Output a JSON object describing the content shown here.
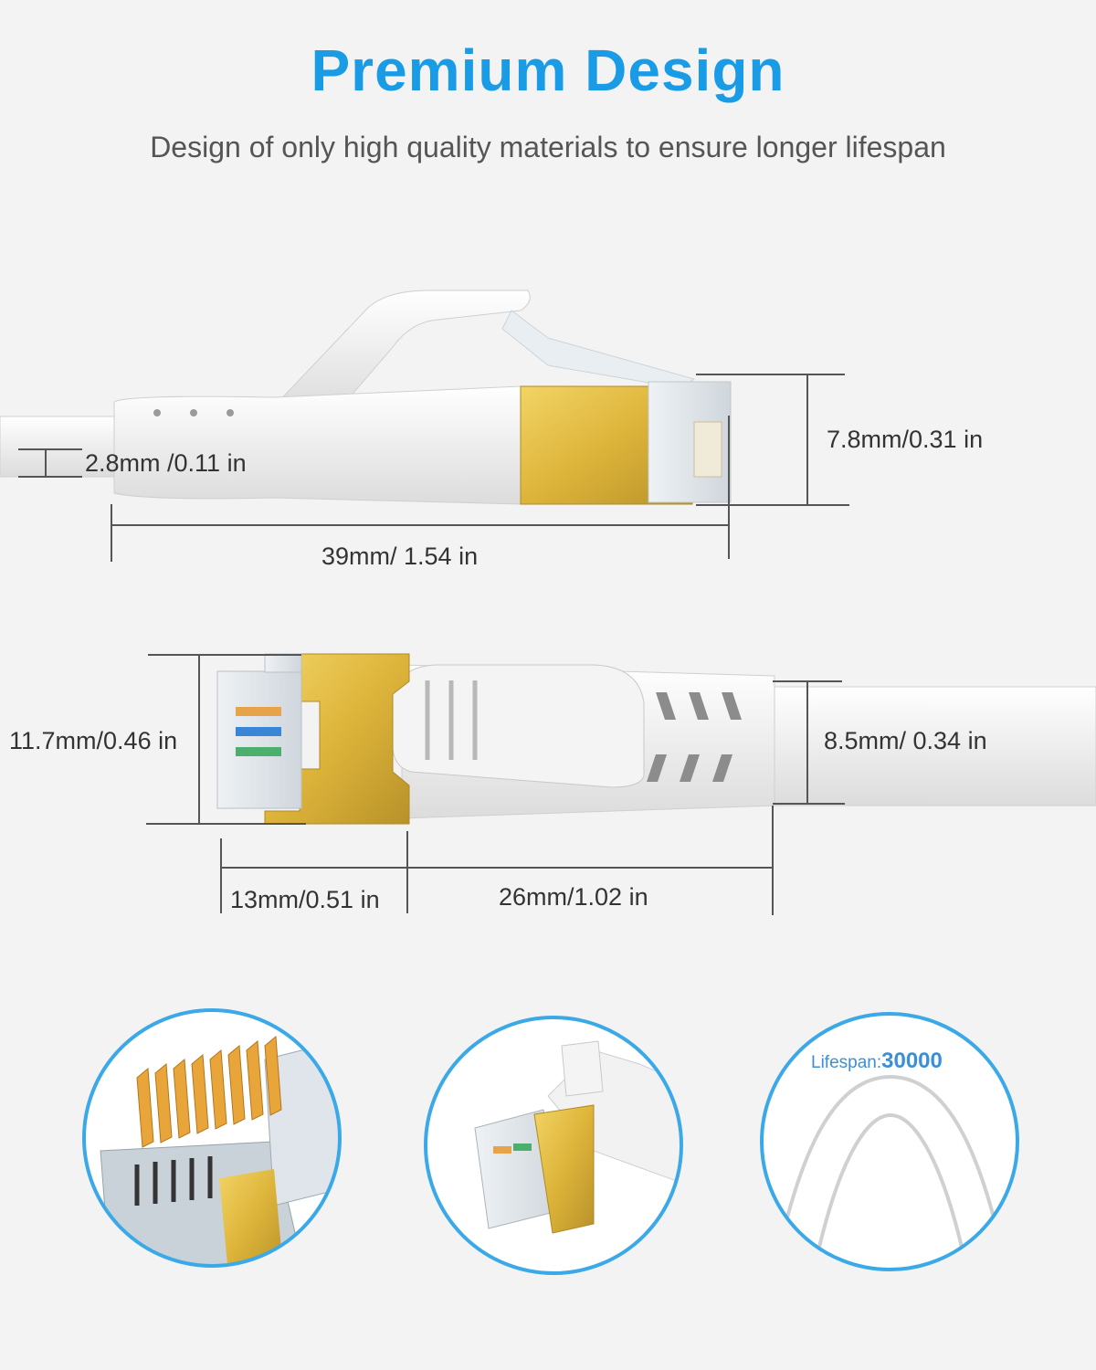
{
  "header": {
    "title": "Premium Design",
    "subtitle": "Design of only high quality materials to ensure longer lifespan"
  },
  "top_connector": {
    "cable_dimension": "2.8mm /0.11 in",
    "height_dimension": "7.8mm/0.31 in",
    "length_dimension": "39mm/ 1.54 in"
  },
  "bottom_connector": {
    "height_dimension": "11.7mm/0.46 in",
    "cable_dimension": "8.5mm/ 0.34 in",
    "plug_dimension": "13mm/0.51 in",
    "boot_dimension": "26mm/1.02 in"
  },
  "detail_circles": {
    "lifespan_label": "Lifespan:",
    "lifespan_value": "30000"
  },
  "colors": {
    "accent": "#1a9be6",
    "gold": "#e2bd3c",
    "circle_border": "#3ba9e8"
  }
}
